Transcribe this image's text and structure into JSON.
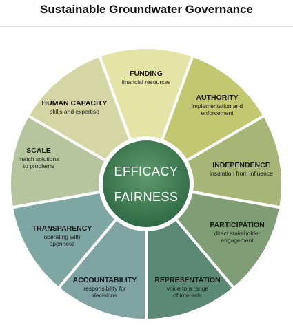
{
  "title": "Sustainable Groundwater Governance",
  "center": {
    "line1": "EFFICACY",
    "line2": "FAIRNESS"
  },
  "segments": [
    {
      "heading": "FUNDING",
      "sub": [
        "financial resources"
      ],
      "color": "#e3e4a5"
    },
    {
      "heading": "AUTHORITY",
      "sub": [
        "implementation and",
        "enforcement"
      ],
      "color": "#c2c86f"
    },
    {
      "heading": "INDEPENDENCE",
      "sub": [
        "insulation from influence"
      ],
      "color": "#a7b676"
    },
    {
      "heading": "PARTICIPATION",
      "sub": [
        "direct stakeholder",
        "engagement"
      ],
      "color": "#7f9e76"
    },
    {
      "heading": "REPRESENTATION",
      "sub": [
        "voice to a range",
        "of interests"
      ],
      "color": "#5c8975"
    },
    {
      "heading": "ACCOUNTABILITY",
      "sub": [
        "responsibility for",
        "decisions"
      ],
      "color": "#7fa2a2"
    },
    {
      "heading": "TRANSPARENCY",
      "sub": [
        "operating with",
        "openness"
      ],
      "color": "#7ea6a2"
    },
    {
      "heading": "SCALE",
      "sub": [
        "match solutions",
        "to problems"
      ],
      "color": "#b7c59e"
    },
    {
      "heading": "HUMAN CAPACITY",
      "sub": [
        "skills and expertise"
      ],
      "color": "#d4d7a4"
    }
  ],
  "colors": {
    "center_fill": "#3f7b52",
    "center_ring": "#ffffff",
    "divider": "#ffffff"
  }
}
